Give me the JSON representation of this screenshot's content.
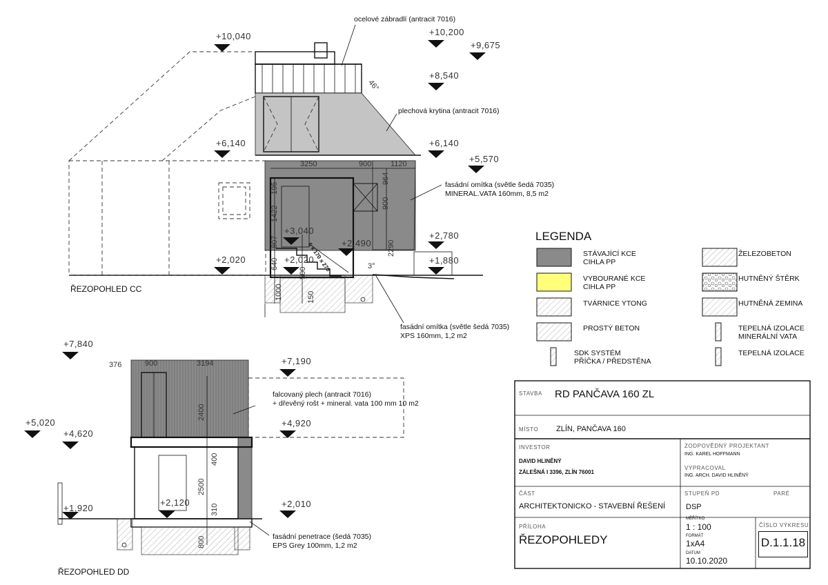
{
  "colors": {
    "existing": "#8a8a8a",
    "demolished": "#ffff7a",
    "line": "#111111"
  },
  "section_cc": {
    "title": "ŘEZOPOHLED CC",
    "levels": [
      "+10,040",
      "+10,200",
      "+9,675",
      "+8,540",
      "+6,140",
      "+6,140",
      "+5,570",
      "+2,780",
      "+2,020",
      "+2,020",
      "+1,880",
      "+3,040",
      "+2,490"
    ],
    "notes": {
      "railing": "ocelové zábradlí (antracit 7016)",
      "roofing": "plechová krytina (antracit 7016)",
      "facade1_a": "fasádní omítka (světle šedá 7035)",
      "facade1_b": "MINERAL.VATA 160mm, 8,5 m2",
      "facade2_a": "fasádní omítka (světle šedá 7035)",
      "facade2_b": "XPS 160mm, 1,2 m2",
      "angle": "46°",
      "angle2": "3°",
      "stairs": "6 x 170 x 270"
    },
    "dims": [
      "3250",
      "900",
      "1120",
      "964",
      "900",
      "2290",
      "195",
      "1422",
      "807",
      "640",
      "1000",
      "500",
      "150"
    ]
  },
  "section_dd": {
    "title": "ŘEZOPOHLED DD",
    "levels": [
      "+7,840",
      "+7,190",
      "+5,020",
      "+4,620",
      "+4,920",
      "+1,920",
      "+2,120",
      "+2,010"
    ],
    "notes": {
      "sheet_a": "falcovaný plech (antracit 7016)",
      "sheet_b": "+ dřevěný rošt + mineral. vata 100 mm 10 m2",
      "base_a": "fasádní penetrace (šedá 7035)",
      "base_b": "EPS Grey 100mm, 1,2 m2"
    },
    "dims": [
      "376",
      "900",
      "3194",
      "2400",
      "400",
      "2500",
      "310",
      "800"
    ]
  },
  "legend": {
    "title": "LEGENDA",
    "items": [
      {
        "l1": "STÁVAJÍCÍ KCE",
        "l2": "CIHLA PP",
        "fill": "#8a8a8a"
      },
      {
        "l1": "VYBOURANÉ KCE",
        "l2": "CIHLA PP",
        "fill": "#ffff7a"
      },
      {
        "l1": "TVÁRNICE YTONG",
        "l2": "",
        "fill": "hatch"
      },
      {
        "l1": "PROSTÝ BETON",
        "l2": "",
        "fill": "hatch"
      },
      {
        "l1": "SDK SYSTÉM",
        "l2": "PŘÍČKA / PŘEDSTĚNA",
        "fill": "strip"
      },
      {
        "l1": "ŽELEZOBETON",
        "l2": "",
        "fill": "hatch"
      },
      {
        "l1": "HUTNĚNÝ ŠTĚRK",
        "l2": "",
        "fill": "gravel"
      },
      {
        "l1": "HUTNĚNÁ ZEMINA",
        "l2": "",
        "fill": "hatch"
      },
      {
        "l1": "TEPELNÁ IZOLACE",
        "l2": "MINERÁLNÍ VATA",
        "fill": "strip"
      },
      {
        "l1": "TEPELNÁ IZOLACE",
        "l2": "",
        "fill": "strip"
      }
    ]
  },
  "title_block": {
    "stavba_label": "STAVBA",
    "stavba": "RD PANČAVA 160 ZL",
    "misto_label": "MÍSTO",
    "misto": "ZLÍN, PANČAVA 160",
    "investor_label": "INVESTOR",
    "investor_name": "DAVID HLINĚNÝ",
    "investor_addr": "ZÁLEŠNÁ I 3396, ZLÍN 76001",
    "zodp_label": "ZODPOVĚDNÝ PROJEKTANT",
    "zodp": "ING. KAREL HOFFMANN",
    "vyprac_label": "VYPRACOVAL",
    "vyprac": "ING. ARCH. DAVID HLINĚNÝ",
    "cast_label": "ČÁST",
    "cast": "ARCHITEKTONICKO - STAVEBNÍ ŘEŠENÍ",
    "stupen_label": "STUPEŇ PD",
    "stupen": "DSP",
    "pare_label": "PARÉ",
    "priloha_label": "PŘÍLOHA",
    "priloha": "ŘEZOPOHLEDY",
    "meritko_label": "MĚŘÍTKO",
    "meritko": "1 : 100",
    "format_label": "FORMÁT",
    "format": "1xA4",
    "datum_label": "DATUM",
    "datum": "10.10.2020",
    "cislo_label": "ČÍSLO VÝKRESU",
    "cislo": "D.1.1.18"
  }
}
